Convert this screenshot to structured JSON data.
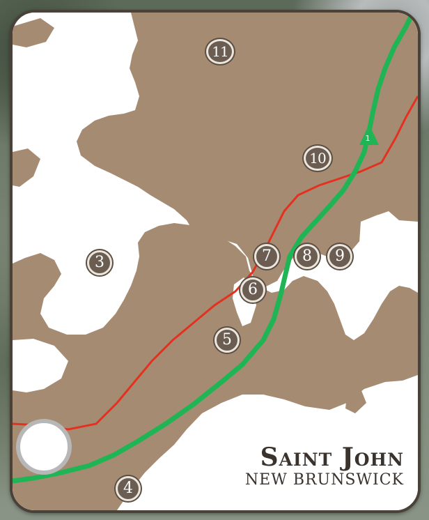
{
  "map": {
    "title_city": "Saint John",
    "title_province": "NEW BRUNSWICK",
    "route_shield": "1",
    "colors": {
      "land": "#a68b73",
      "water": "#ffffff",
      "frame": "#4a4138",
      "highway": "#1fb554",
      "road": "#e4311f",
      "marker_fill": "#6b5d51",
      "marker_ring": "#ece6dc"
    },
    "markers": [
      {
        "id": "3",
        "label": "3"
      },
      {
        "id": "4",
        "label": "4"
      },
      {
        "id": "5",
        "label": "5"
      },
      {
        "id": "6",
        "label": "6"
      },
      {
        "id": "7",
        "label": "7"
      },
      {
        "id": "8",
        "label": "8"
      },
      {
        "id": "9",
        "label": "9"
      },
      {
        "id": "10",
        "label": "10"
      },
      {
        "id": "11",
        "label": "11"
      }
    ]
  }
}
